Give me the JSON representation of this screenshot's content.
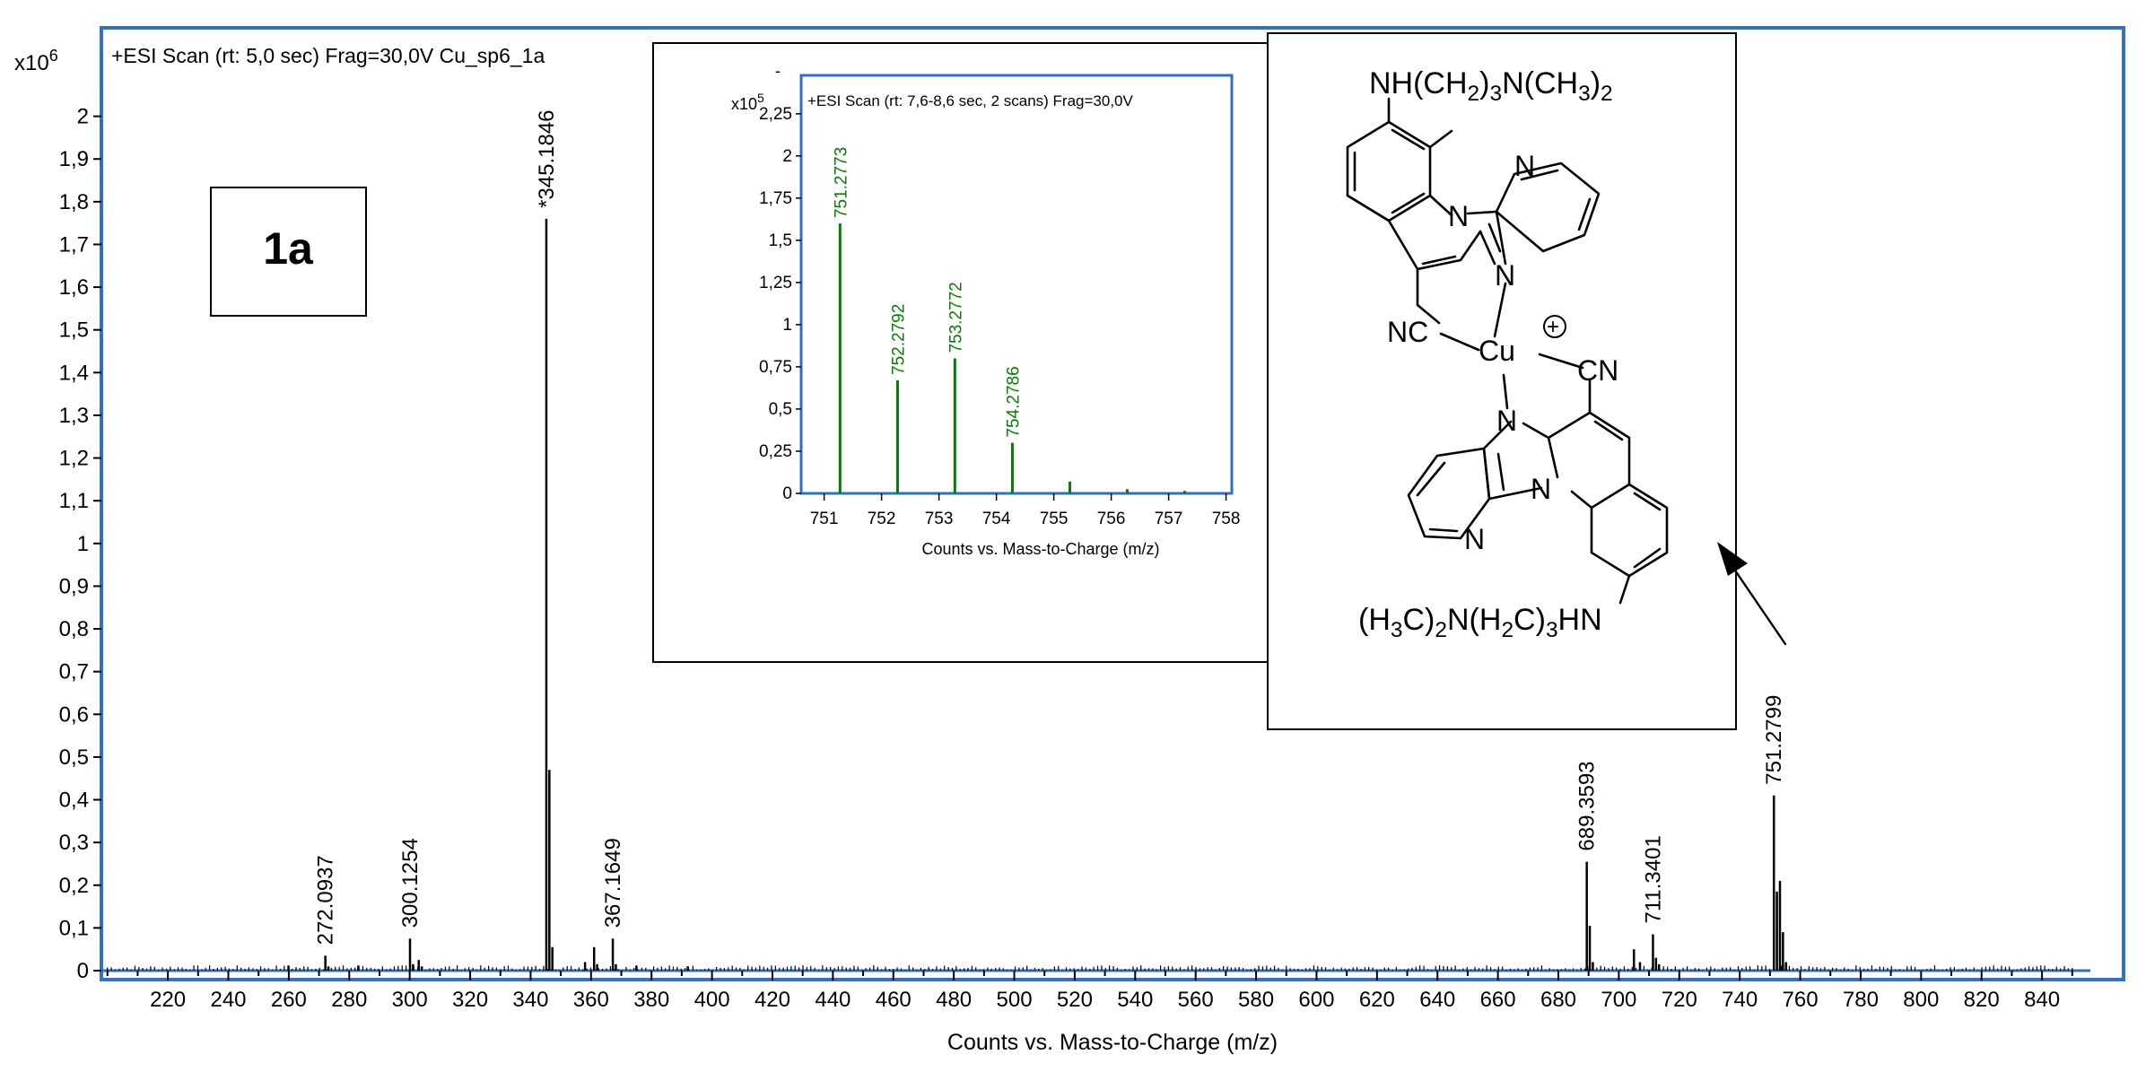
{
  "chart_data": [
    {
      "type": "bar",
      "header": "+ESI Scan (rt: 5,0 sec) Frag=30,0V Cu_sp6_1a",
      "scale_label": "x10",
      "scale_exp": "6",
      "xlabel": "Counts vs. Mass-to-Charge (m/z)",
      "ylabel": "",
      "xlim": [
        198,
        856
      ],
      "ylim": [
        0,
        2.1
      ],
      "x_ticks": [
        220,
        240,
        260,
        280,
        300,
        320,
        340,
        360,
        380,
        400,
        420,
        440,
        460,
        480,
        500,
        520,
        540,
        560,
        580,
        600,
        620,
        640,
        660,
        680,
        700,
        720,
        740,
        760,
        780,
        800,
        820,
        840
      ],
      "y_ticks": [
        0,
        0.1,
        0.2,
        0.3,
        0.4,
        0.5,
        0.6,
        0.7,
        0.8,
        0.9,
        1,
        1.1,
        1.2,
        1.3,
        1.4,
        1.5,
        1.6,
        1.7,
        1.8,
        1.9,
        2
      ],
      "y_tick_labels": [
        "0",
        "0,1",
        "0,2",
        "0,3",
        "0,4",
        "0,5",
        "0,6",
        "0,7",
        "0,8",
        "0,9",
        "1",
        "1,1",
        "1,2",
        "1,3",
        "1,4",
        "1,5",
        "1,6",
        "1,7",
        "1,8",
        "1,9",
        "2"
      ],
      "peaks": [
        {
          "mz": 259.9,
          "intensity": 0.012
        },
        {
          "mz": 272.1,
          "intensity": 0.035
        },
        {
          "mz": 273.1,
          "intensity": 0.01
        },
        {
          "mz": 283.0,
          "intensity": 0.012
        },
        {
          "mz": 300.1,
          "intensity": 0.075
        },
        {
          "mz": 301.1,
          "intensity": 0.015
        },
        {
          "mz": 303.0,
          "intensity": 0.025
        },
        {
          "mz": 304.0,
          "intensity": 0.01
        },
        {
          "mz": 345.2,
          "intensity": 1.76
        },
        {
          "mz": 346.2,
          "intensity": 0.47
        },
        {
          "mz": 347.2,
          "intensity": 0.055
        },
        {
          "mz": 358.0,
          "intensity": 0.02
        },
        {
          "mz": 361.0,
          "intensity": 0.055
        },
        {
          "mz": 362.0,
          "intensity": 0.015
        },
        {
          "mz": 367.2,
          "intensity": 0.075
        },
        {
          "mz": 368.2,
          "intensity": 0.015
        },
        {
          "mz": 375.0,
          "intensity": 0.012
        },
        {
          "mz": 392.0,
          "intensity": 0.01
        },
        {
          "mz": 689.4,
          "intensity": 0.255
        },
        {
          "mz": 690.4,
          "intensity": 0.105
        },
        {
          "mz": 691.4,
          "intensity": 0.02
        },
        {
          "mz": 705.0,
          "intensity": 0.05
        },
        {
          "mz": 707.0,
          "intensity": 0.02
        },
        {
          "mz": 711.3,
          "intensity": 0.085
        },
        {
          "mz": 712.3,
          "intensity": 0.03
        },
        {
          "mz": 713.3,
          "intensity": 0.015
        },
        {
          "mz": 751.3,
          "intensity": 0.41
        },
        {
          "mz": 752.3,
          "intensity": 0.185
        },
        {
          "mz": 753.3,
          "intensity": 0.21
        },
        {
          "mz": 754.3,
          "intensity": 0.09
        },
        {
          "mz": 755.3,
          "intensity": 0.02
        }
      ],
      "peak_labels": [
        {
          "mz": 272.0937,
          "intensity": 0.035,
          "text": "272.0937"
        },
        {
          "mz": 300.1254,
          "intensity": 0.075,
          "text": "300.1254"
        },
        {
          "mz": 345.1846,
          "intensity": 1.76,
          "text": "*345.1846"
        },
        {
          "mz": 367.1649,
          "intensity": 0.075,
          "text": "367.1649"
        },
        {
          "mz": 689.3593,
          "intensity": 0.255,
          "text": "689.3593"
        },
        {
          "mz": 711.3401,
          "intensity": 0.085,
          "text": "711.3401"
        },
        {
          "mz": 751.2799,
          "intensity": 0.41,
          "text": "751.2799"
        }
      ]
    },
    {
      "type": "bar",
      "header": "+ESI Scan (rt: 7,6-8,6 sec, 2 scans) Frag=30,0V",
      "scale_label": "x10",
      "scale_exp": "5",
      "xlabel": "Counts vs. Mass-to-Charge (m/z)",
      "xlim": [
        750.6,
        758.1
      ],
      "ylim": [
        0,
        2.35
      ],
      "x_ticks": [
        751,
        752,
        753,
        754,
        755,
        756,
        757,
        758
      ],
      "y_ticks": [
        0,
        0.25,
        0.5,
        0.75,
        1,
        1.25,
        1.5,
        1.75,
        2,
        2.25
      ],
      "y_tick_labels": [
        "0",
        "0,25",
        "0,5",
        "0,75",
        "1",
        "1,25",
        "1,5",
        "1,75",
        "2",
        "2,25"
      ],
      "peaks": [
        {
          "mz": 751.2773,
          "intensity": 1.6
        },
        {
          "mz": 752.2792,
          "intensity": 0.67
        },
        {
          "mz": 753.2772,
          "intensity": 0.8
        },
        {
          "mz": 754.2786,
          "intensity": 0.3
        },
        {
          "mz": 755.28,
          "intensity": 0.07
        },
        {
          "mz": 756.28,
          "intensity": 0.025
        },
        {
          "mz": 757.28,
          "intensity": 0.015
        }
      ],
      "peak_labels": [
        {
          "mz": 751.2773,
          "intensity": 1.6,
          "text": "751.2773"
        },
        {
          "mz": 752.2792,
          "intensity": 0.67,
          "text": "752.2792"
        },
        {
          "mz": 753.2772,
          "intensity": 0.8,
          "text": "753.2772"
        },
        {
          "mz": 754.2786,
          "intensity": 0.3,
          "text": "754.2786"
        }
      ],
      "color": "#008000"
    }
  ],
  "compound_label": "1a",
  "structure": {
    "top_substituent": "NH(CH2)3N(CH3)2",
    "bottom_substituent": "(H3C)2N(H2C)3HN",
    "metal": "Cu",
    "charge": "+",
    "ligand_left": "NC",
    "ligand_right": "CN",
    "ring_atom": "N"
  },
  "colors": {
    "frame_blue": "#2f74c0",
    "axis_blue": "#2e6fcc",
    "main_peaks": "#000000",
    "inset_peaks": "#008000"
  }
}
